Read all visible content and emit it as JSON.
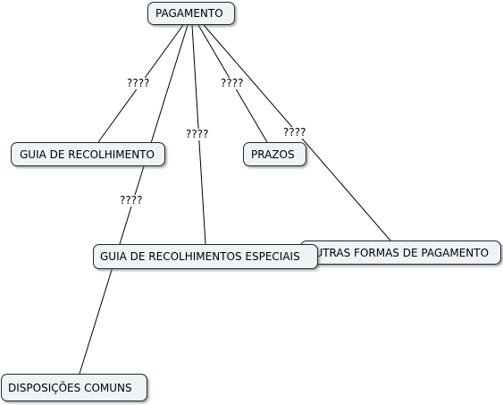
{
  "diagram": {
    "nodes": {
      "pagamento": "PAGAMENTO",
      "guia_recolhimento": "GUIA DE RECOLHIMENTO",
      "prazos": "PRAZOS",
      "guia_especiais": "GUIA DE RECOLHIMENTOS ESPECIAIS",
      "outras_formas": "OUTRAS FORMAS DE PAGAMENTO",
      "disposicoes": "DISPOSIÇÕES COMUNS"
    },
    "links": {
      "pagamento_guia_recolhimento": "????",
      "pagamento_prazos": "????",
      "pagamento_guia_especiais": "????",
      "pagamento_outras_formas": "????",
      "pagamento_disposicoes": "????"
    }
  }
}
